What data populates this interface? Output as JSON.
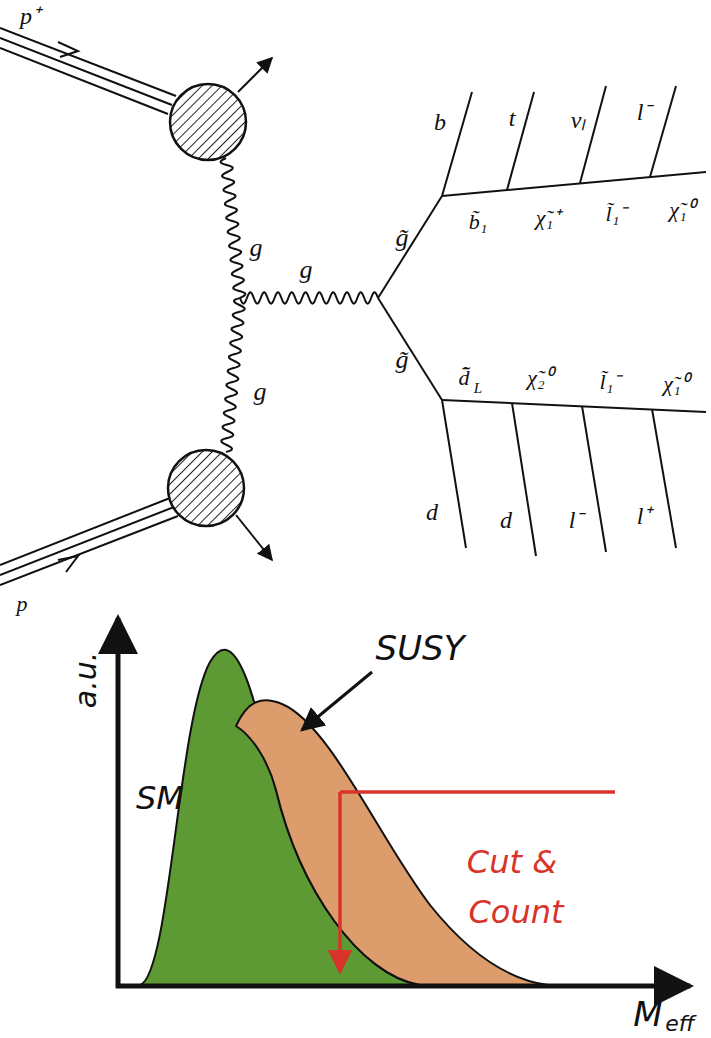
{
  "diagram": {
    "labels": [
      "p⁺",
      "g",
      "g",
      "g",
      "g̃",
      "g̃",
      "b",
      "t",
      "νₗ",
      "l⁻",
      "b̃₁",
      "χ̃₁⁺",
      "l̃₁⁻",
      "χ̃₁⁰",
      "d̃̄",
      "L",
      "χ̃₂⁰",
      "l̃₁⁻",
      "χ̃₁⁰",
      "d",
      "d",
      "l⁻",
      "l⁺",
      "p",
      "a.u.",
      "SUSY",
      "SM",
      "Cut &",
      "Count",
      "M",
      "eff"
    ]
  }
}
